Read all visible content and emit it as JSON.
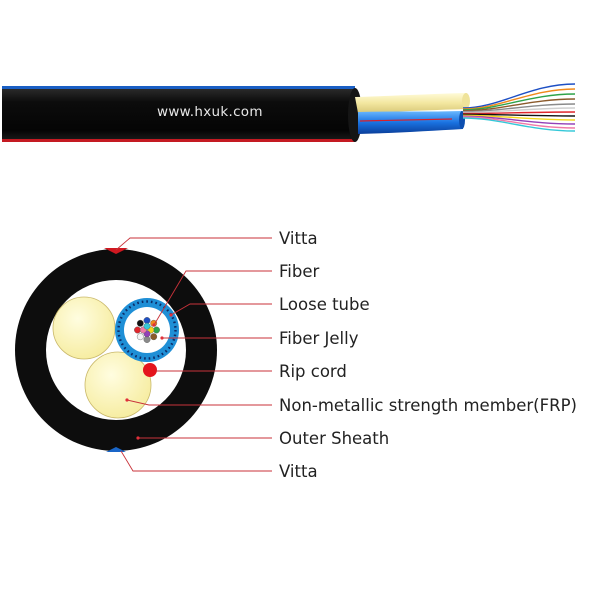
{
  "cable_view": {
    "website": "www.hxuk.com"
  },
  "cross_section": {
    "labels": [
      {
        "id": "vitta-top",
        "text": "Vitta"
      },
      {
        "id": "fiber",
        "text": "Fiber"
      },
      {
        "id": "loose-tube",
        "text": "Loose tube"
      },
      {
        "id": "fiber-jelly",
        "text": "Fiber Jelly"
      },
      {
        "id": "rip-cord",
        "text": "Rip cord"
      },
      {
        "id": "frp",
        "text": "Non-metallic strength member(FRP)"
      },
      {
        "id": "outer-sheath",
        "text": "Outer Sheath"
      },
      {
        "id": "vitta-bottom",
        "text": "Vitta"
      }
    ]
  },
  "colors": {
    "sheath": "#111111",
    "vitta_red": "#d01820",
    "vitta_blue": "#1a66c8",
    "loose_tube": "#1f8fd6",
    "frp": "#fbf4b6",
    "rip_cord": "#e4141c",
    "leader_line": "#c8323a"
  },
  "fiber_colors": [
    "#1d4fc4",
    "#f08a1c",
    "#2ea34a",
    "#8b5a2b",
    "#8a8a8a",
    "#f4f4f4",
    "#e0262c",
    "#111111",
    "#f2d61c",
    "#9340b8",
    "#f07aa8",
    "#35c8d8"
  ]
}
